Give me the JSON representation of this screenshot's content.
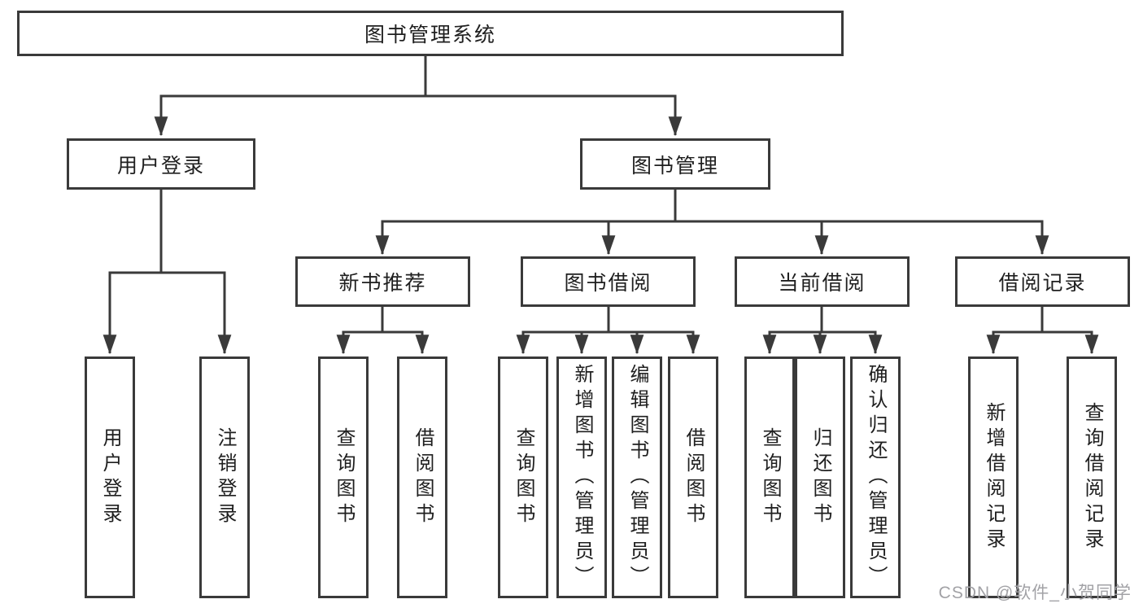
{
  "diagram": {
    "root": {
      "label": "图书管理系统"
    },
    "level2": [
      {
        "label": "用户登录"
      },
      {
        "label": "图书管理"
      }
    ],
    "level3": [
      {
        "label": "新书推荐"
      },
      {
        "label": "图书借阅"
      },
      {
        "label": "当前借阅"
      },
      {
        "label": "借阅记录"
      }
    ],
    "leaves": [
      {
        "label": "用户登录"
      },
      {
        "label": "注销登录"
      },
      {
        "label": "查询图书"
      },
      {
        "label": "借阅图书"
      },
      {
        "label": "查询图书"
      },
      {
        "label": "新增图书（管理员）"
      },
      {
        "label": "编辑图书（管理员）"
      },
      {
        "label": "借阅图书"
      },
      {
        "label": "查询图书"
      },
      {
        "label": "归还图书"
      },
      {
        "label": "确认归还（管理员）"
      },
      {
        "label": "新增借阅记录"
      },
      {
        "label": "查询借阅记录"
      }
    ]
  },
  "watermark": {
    "text": "CSDN @软件_小贺同学"
  },
  "colors": {
    "line": "#3a3a3a",
    "text": "#1f1f1f",
    "watermark": "#a2a2a6",
    "background": "#ffffff"
  }
}
